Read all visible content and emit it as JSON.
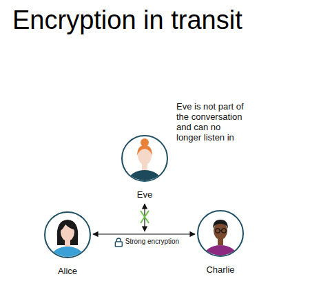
{
  "diagram": {
    "title": "Encryption in transit",
    "nodes": [
      {
        "text": [
          "Eve"
        ]
      },
      {
        "text": [
          "Alice"
        ]
      },
      {
        "text": [
          "Charlie"
        ]
      }
    ],
    "edges": [
      {
        "from": 1,
        "to": 2,
        "arrow": "both",
        "label": "Strong encryption"
      }
    ],
    "labels": [
      "Eve is not part of the conversation and can no longer listen in"
    ]
  }
}
